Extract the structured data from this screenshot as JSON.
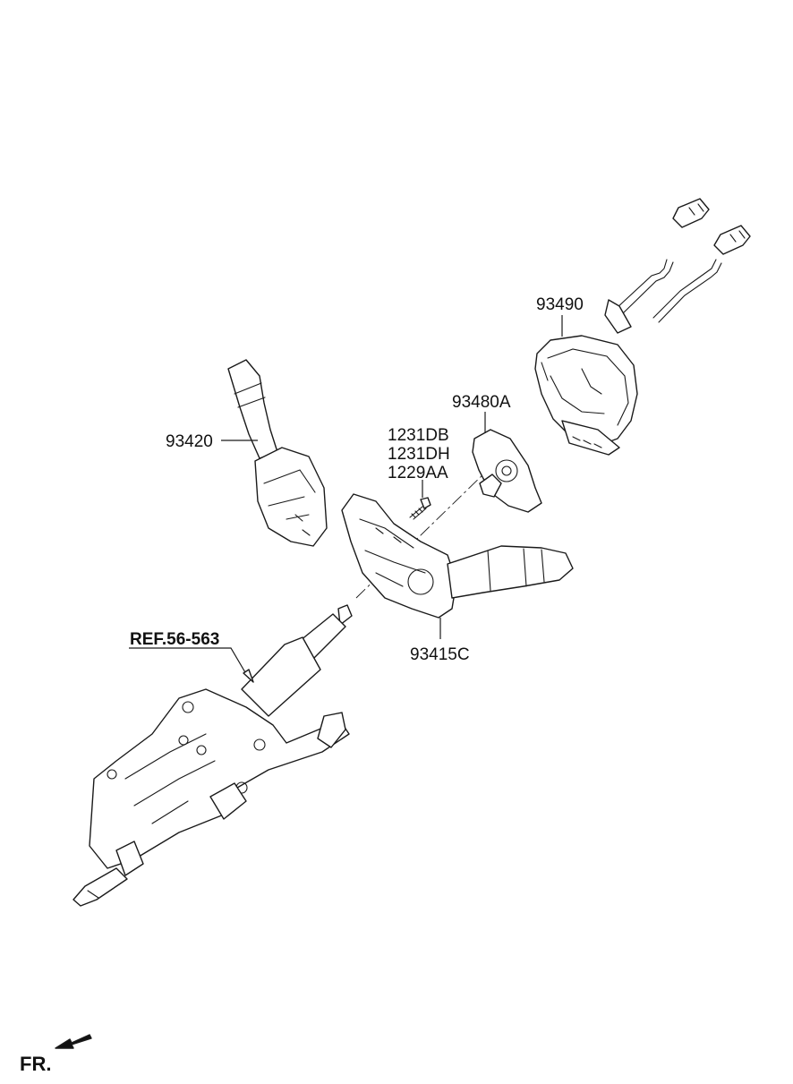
{
  "labels": {
    "clock_spring": "93490",
    "steering_angle_sensor": "93480A",
    "screw_1": "1231DB",
    "screw_2": "1231DH",
    "screw_3": "1229AA",
    "wiper_switch": "93420",
    "multifunction_switch": "93415C",
    "column_ref": "REF.56-563",
    "front_indicator": "FR."
  }
}
